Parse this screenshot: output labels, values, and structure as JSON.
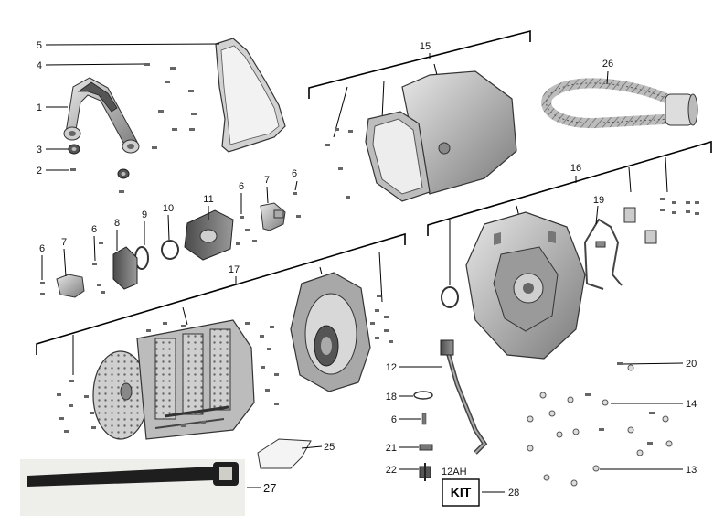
{
  "labels": {
    "l1": "1",
    "l2": "2",
    "l3": "3",
    "l4": "4",
    "l5": "5",
    "l6a": "6",
    "l6b": "6",
    "l6c": "6",
    "l6d": "6",
    "l6e": "6",
    "l7a": "7",
    "l7b": "7",
    "l8": "8",
    "l9": "9",
    "l10": "10",
    "l11": "11",
    "l12": "12",
    "l13": "13",
    "l14": "14",
    "l15": "15",
    "l16": "16",
    "l17": "17",
    "l18": "18",
    "l19": "19",
    "l20": "20",
    "l21": "21",
    "l22": "22",
    "l25": "25",
    "l26": "26",
    "l27": "27",
    "l28": "28",
    "l12ah": "12AH"
  },
  "kit": {
    "label": "KIT"
  }
}
